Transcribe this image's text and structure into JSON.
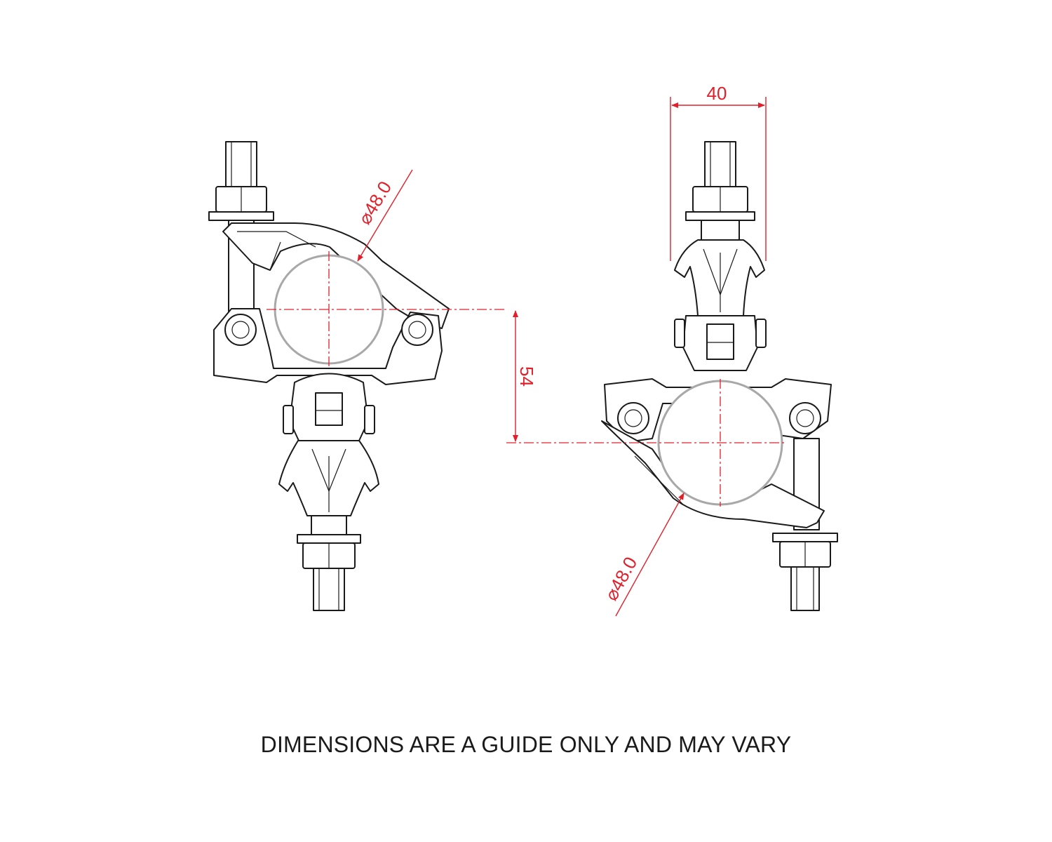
{
  "dimensions": {
    "diameter_left": "⌀48.0",
    "diameter_right": "⌀48.0",
    "width_top": "40",
    "offset_vertical": "54"
  },
  "disclaimer": "DIMENSIONS ARE A GUIDE ONLY AND MAY VARY",
  "colors": {
    "line": "#1a1a1a",
    "dimension": "#e0202a",
    "tube": "#a8a8a8"
  }
}
